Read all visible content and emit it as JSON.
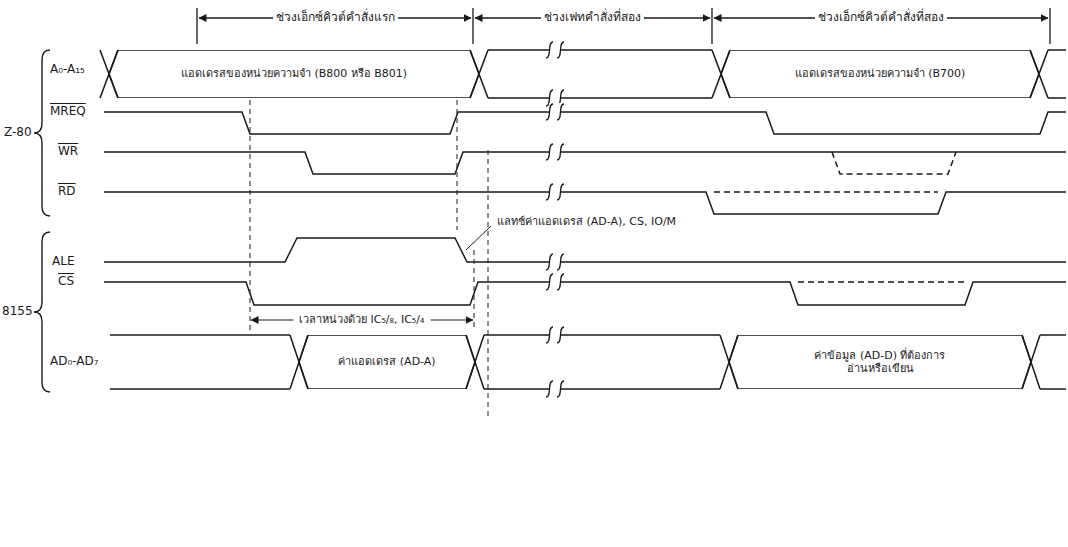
{
  "diagram": {
    "nodes": [
      {
        "text": [
          "แอดเดรสของหน่วยความจำ (B800 หรือ B801)"
        ]
      },
      {
        "text": [
          "แอดเดรสของหน่วยความจำ (B700)"
        ]
      },
      {
        "text": [
          "ค่าแอดเดรส (AD-A)"
        ]
      },
      {
        "text": [
          "ค่าข้อมูล (AD-D) ที่ต้องการอ่านหรือเขียน"
        ]
      }
    ],
    "labels": [
      "ช่วงเอ็กซ์คิวต์คำสั่งแรก",
      "ช่วงเฟทคำสั่งที่สอง",
      "ช่วงเอ็กซ์คิวต์คำสั่งที่สอง",
      "A₀-A₁₅",
      "MREQ",
      "WR",
      "RD",
      "Z-80",
      "ALE",
      "CS",
      "AD₀-AD₇",
      "8155",
      "แลทช์ค่าแอดเดรส (AD-A), CS, IO/M",
      "เวลาหน่วงด้วย IC₅/₈, IC₅/₄"
    ]
  }
}
